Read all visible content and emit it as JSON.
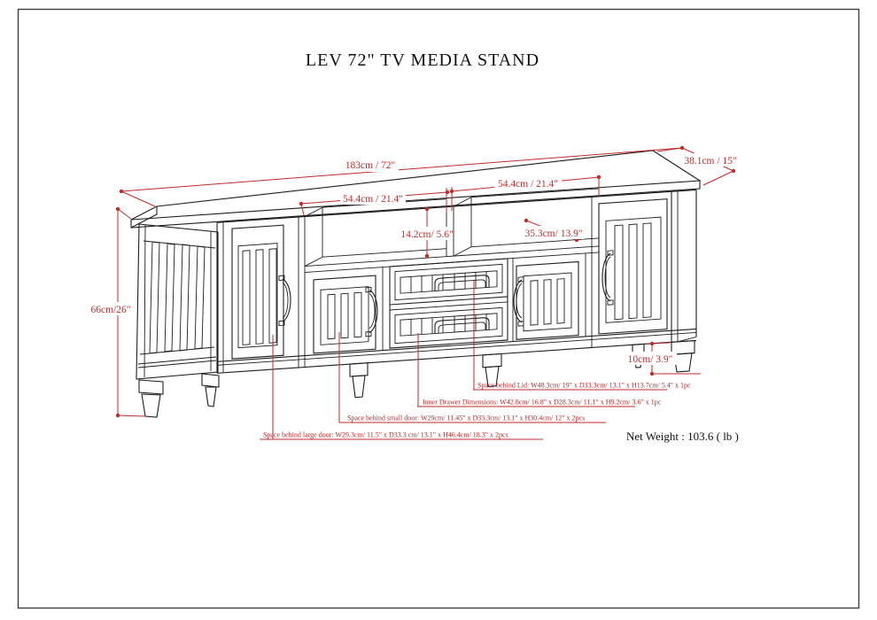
{
  "page": {
    "title": "LEV 72\" TV MEDIA STAND",
    "net_weight": "Net Weight : 103.6 ( lb )"
  },
  "dimensions": {
    "overall_width": "183cm / 72\"",
    "overall_depth": "38.1cm / 15\"",
    "overall_height": "66cm/26\"",
    "shelf_left_width": "54.4cm / 21.4\"",
    "shelf_right_width": "54.4cm / 21.4\"",
    "shelf_opening_height": "14.2cm/ 5.6\"",
    "shelf_depth": "35.3cm/ 13.9\"",
    "leg_height": "10cm/ 3.9\""
  },
  "annotations": {
    "space_behind_lid": "Space behind Lid: W48.3cm/ 19\" x D33.3cm/ 13.1\" x H13.7cm/ 5.4\" x 1pc",
    "inner_drawer": "Inner Drawer Dimensions: W42.8cm/ 16.8\" x D28.3cm/ 11.1\" x H9.2cm/ 3.6\" x 1pc",
    "space_behind_small_door": "Space behind small door: W29cm/ 11.45\" x D33.3cm/ 13.1\" x H30.4cm/ 12\" x 2pcs",
    "space_behind_large_door": "Space behind large door: W29.3cm/ 11.5\" x D33.3 cm/ 13.1\" x H46.4cm/ 18.3\" x 2pcs"
  },
  "colors": {
    "dimension_red": "#c22b2b",
    "drawing_black": "#1e1e1e",
    "border_gray": "#3f3f3f"
  }
}
